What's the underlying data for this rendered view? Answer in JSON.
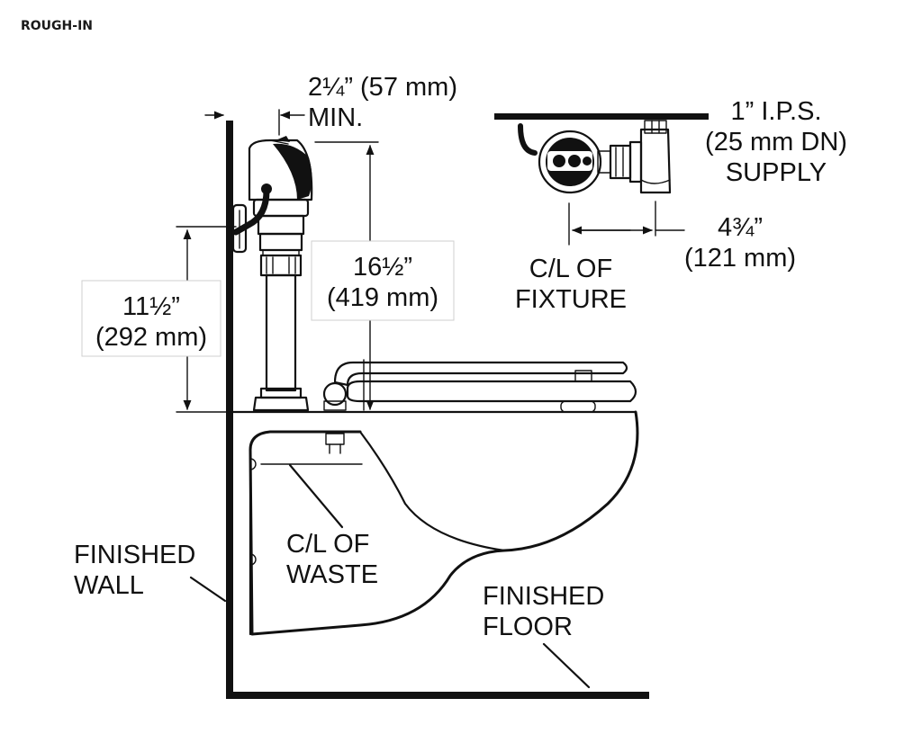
{
  "heading": "ROUGH-IN",
  "labels": {
    "offset_value": "2¼” (57 mm)",
    "offset_qualifier": "MIN.",
    "supply_line1": "1” I.P.S.",
    "supply_line2": "(25 mm DN)",
    "supply_line3": "SUPPLY",
    "fixture_height_line1": "16½”",
    "fixture_height_line2": "(419 mm)",
    "valve_height_line1": "11½”",
    "valve_height_line2": "(292 mm)",
    "handle_offset_line1": "4¾”",
    "handle_offset_line2": "(121 mm)",
    "fixture_cl_line1": "C/L OF",
    "fixture_cl_line2": "FIXTURE",
    "waste_cl_line1": "C/L OF",
    "waste_cl_line2": "WASTE",
    "wall_line1": "FINISHED",
    "wall_line2": "WALL",
    "floor_line1": "FINISHED",
    "floor_line2": "FLOOR"
  },
  "colors": {
    "ink": "#111111",
    "box_border": "#cfcfcf",
    "background": "#ffffff"
  }
}
